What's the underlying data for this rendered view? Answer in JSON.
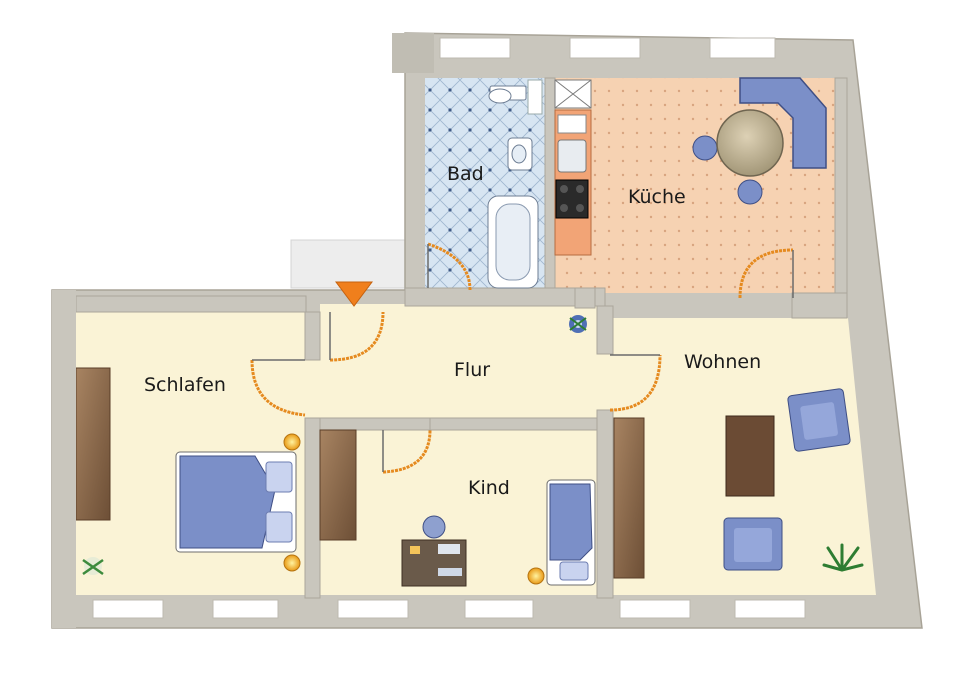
{
  "rooms": {
    "bad": "Bad",
    "kueche": "Küche",
    "flur": "Flur",
    "wohnen": "Wohnen",
    "schlafen": "Schlafen",
    "kind": "Kind"
  },
  "colors": {
    "wall": "#c9c6bd",
    "wall_dark": "#aaa69b",
    "floor": "#faf3d6",
    "bath_floor": "#d7e5f2",
    "kitchen_floor": "#f6d2b2",
    "door_arc": "#e58a1f",
    "entrance_arrow": "#f07f1c",
    "furniture_blue": "#7b8fc8",
    "wardrobe_brown": "#8b6b4b",
    "lamp_yellow": "#f6c33a"
  },
  "icons": [
    "entrance-arrow-icon",
    "plant-icon",
    "lamp-icon",
    "bed-icon",
    "sofa-icon",
    "armchair-icon",
    "table-icon",
    "bathtub-icon",
    "toilet-icon",
    "sink-icon",
    "stove-icon",
    "desk-icon"
  ]
}
